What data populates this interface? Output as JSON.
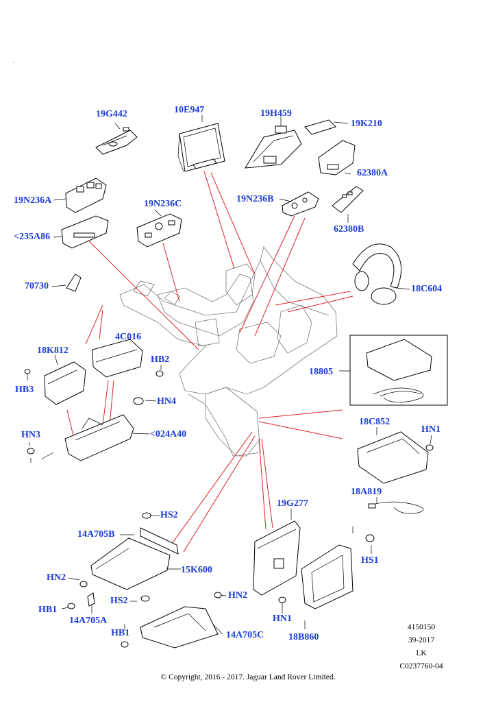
{
  "labels": {
    "p19G442": "19G442",
    "p10E947": "10E947",
    "p19H459": "19H459",
    "p19K210": "19K210",
    "p62380A": "62380A",
    "p19N236A": "19N236A",
    "p19N236C": "19N236C",
    "p19N236B": "19N236B",
    "p235A86": "<235A86",
    "p62380B": "62380B",
    "p70730": "70730",
    "p18C604": "18C604",
    "p18K812": "18K812",
    "p4C016": "4C016",
    "pHB2": "HB2",
    "pHB3": "HB3",
    "p18805": "18805",
    "pHN4": "HN4",
    "pHN3": "HN3",
    "p024A40": "<024A40",
    "p18C852": "18C852",
    "pHN1a": "HN1",
    "p18A819": "18A819",
    "pHS2a": "HS2",
    "p19G277": "19G277",
    "p14A705B": "14A705B",
    "pHS1": "HS1",
    "p15K600": "15K600",
    "pHN2a": "HN2",
    "pHN2b": "HN2",
    "pHS2b": "HS2",
    "pHB1a": "HB1",
    "p14A705A": "14A705A",
    "pHN1b": "HN1",
    "pHB1b": "HB1",
    "p14A705C": "14A705C",
    "p18B860": "18B860"
  },
  "meta": {
    "line1": "4150150",
    "line2": "39-2017",
    "line3": "LK",
    "line4": "C0237760-04"
  },
  "copyright": "© Copyright, 2016 - 2017. Jaguar Land Rover Limited.",
  "colors": {
    "label": "#1a3ad6",
    "leader": "#e02020",
    "line": "#000000"
  }
}
